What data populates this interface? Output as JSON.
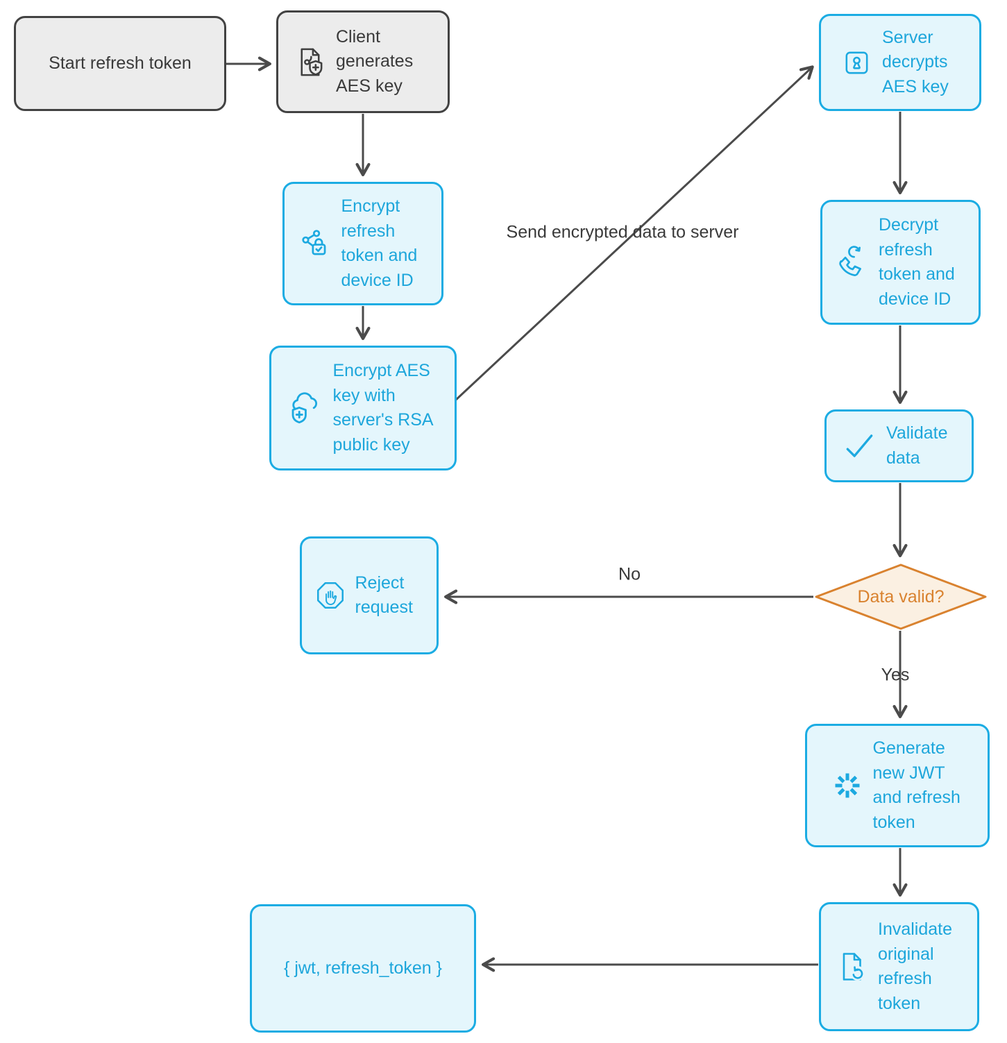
{
  "nodes": {
    "start": {
      "label": "Start refresh token"
    },
    "client_generates": {
      "label": "Client generates AES key",
      "icon": "file-key-shield-icon"
    },
    "encrypt_refresh": {
      "label": "Encrypt refresh token and device ID",
      "icon": "share-lock-icon"
    },
    "encrypt_aes": {
      "label": "Encrypt AES key with server's RSA public key",
      "icon": "cloud-shield-icon"
    },
    "server_decrypts": {
      "label": "Server decrypts AES key",
      "icon": "keyhole-icon"
    },
    "decrypt_refresh": {
      "label": "Decrypt refresh token and device ID",
      "icon": "phone-refresh-icon"
    },
    "validate_data": {
      "label": "Validate data",
      "icon": "check-icon"
    },
    "data_valid": {
      "label": "Data valid?"
    },
    "reject_request": {
      "label": "Reject request",
      "icon": "stop-hand-icon"
    },
    "generate_jwt": {
      "label": "Generate new JWT and refresh token",
      "icon": "snowflake-icon"
    },
    "invalidate_original": {
      "label": "Invalidate original refresh token",
      "icon": "file-refresh-icon"
    },
    "jwt_output": {
      "label": "{ jwt, refresh_token }"
    }
  },
  "edge_labels": {
    "send_encrypted": "Send encrypted data to server",
    "no": "No",
    "yes": "Yes"
  },
  "colors": {
    "process_fill": "#e4f6fc",
    "process_border": "#1bace3",
    "process_text": "#1da6db",
    "neutral_fill": "#ececec",
    "neutral_border": "#424242",
    "neutral_text": "#3a3a3a",
    "decision_fill": "#fbf0e2",
    "decision_border": "#d9822f",
    "decision_text": "#d9822f",
    "arrow": "#4b4b4b"
  }
}
